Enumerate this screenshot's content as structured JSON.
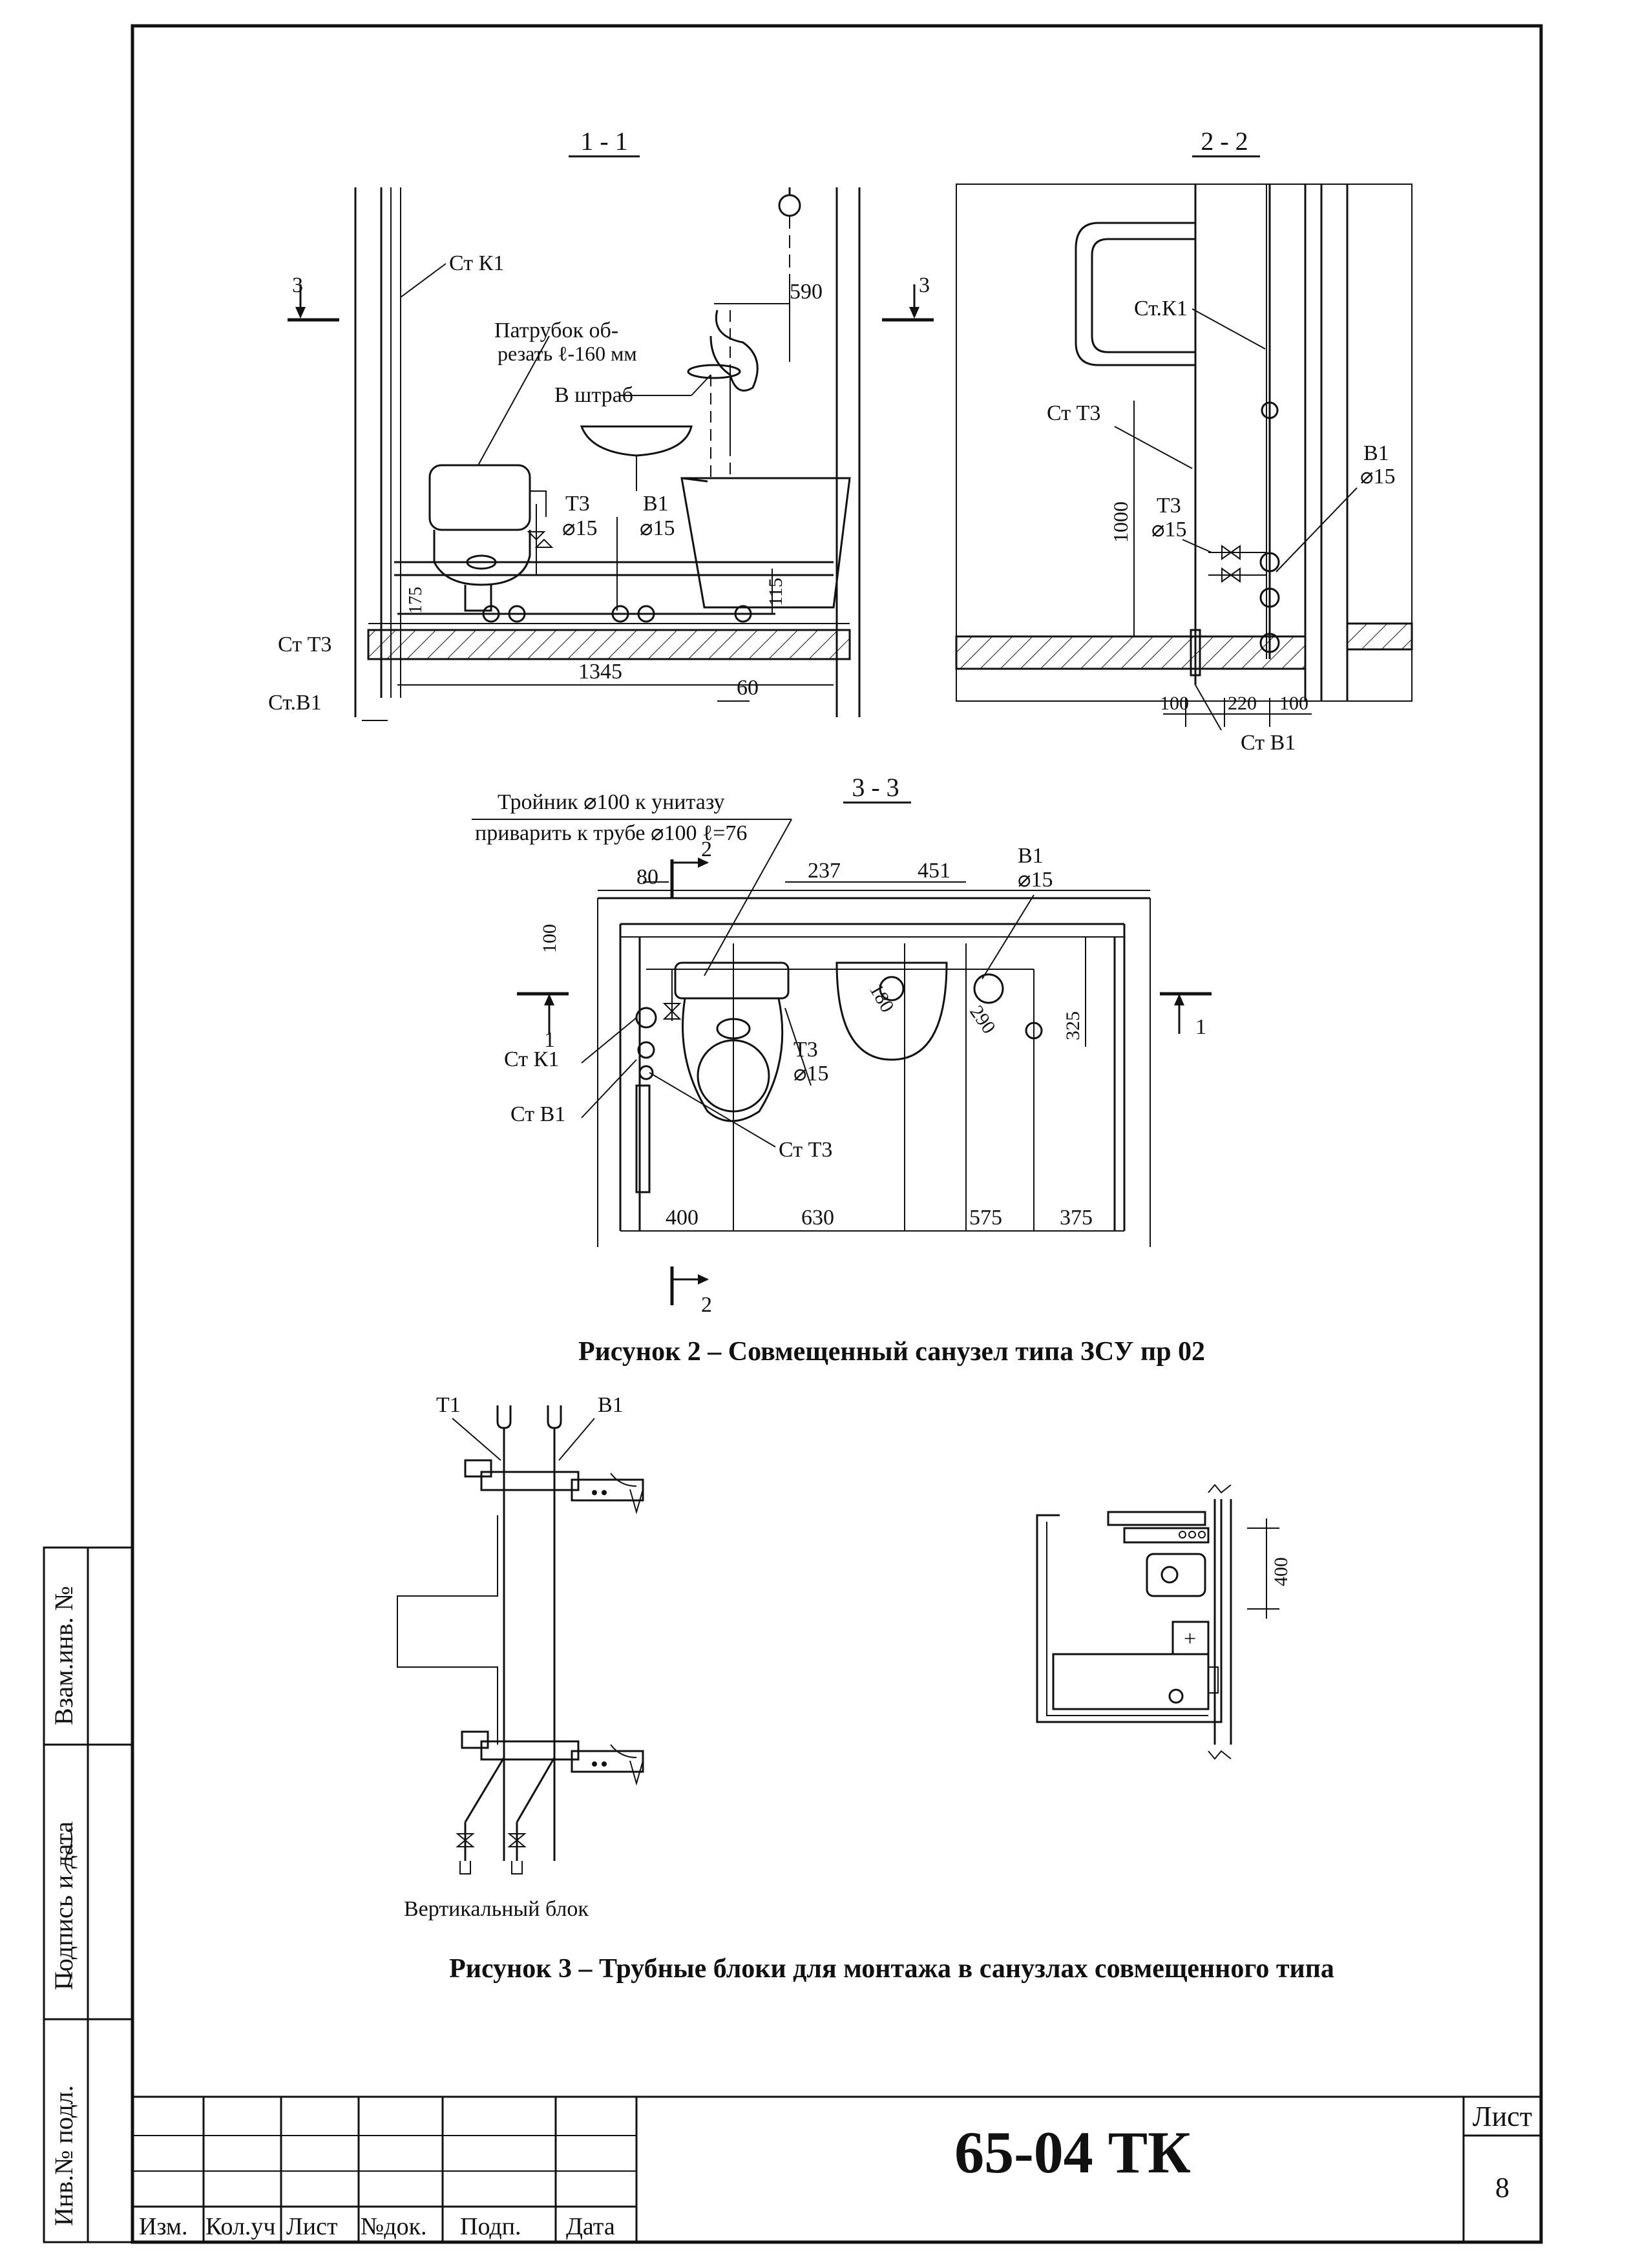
{
  "section_11": {
    "title": "1 - 1",
    "st_k1": "Ст К1",
    "st_t3": "Ст Т3",
    "st_v1": "Ст.В1",
    "patrubok_line1": "Патрубок об-",
    "patrubok_line2": "резать ℓ-160 мм",
    "v_shtrab": "В штраб",
    "t3": "Т3",
    "t3_d": "⌀15",
    "v1": "В1",
    "v1_d": "⌀15",
    "dim_590": "590",
    "dim_1345": "1345",
    "dim_60": "60",
    "dim_115": "115",
    "dim_175": "175",
    "cut_mark_left": "3",
    "cut_mark_right": "3"
  },
  "section_22": {
    "title": "2 - 2",
    "st_k1": "Ст.К1",
    "st_t3": "Ст Т3",
    "v1": "В1",
    "v1_d": "⌀15",
    "t3": "Т3",
    "t3_d": "⌀15",
    "dim_1000": "1000",
    "dim_100a": "100",
    "dim_220": "220",
    "dim_100b": "100",
    "st_v1": "Ст В1"
  },
  "section_33": {
    "title": "3 - 3",
    "tee_line1": "Тройник ⌀100 к унитазу",
    "tee_line2": "приварить к трубе ⌀100 ℓ=76",
    "dim_80": "80",
    "dim_237": "237",
    "dim_451": "451",
    "v1": "В1",
    "v1_d": "⌀15",
    "dim_100": "100",
    "dim_180": "180",
    "dim_290": "290",
    "dim_325": "325",
    "st_k1": "Ст К1",
    "st_v1": "Ст В1",
    "t3": "Т3",
    "t3_d": "⌀15",
    "st_t3": "Ст Т3",
    "dim_400": "400",
    "dim_630": "630",
    "dim_575": "575",
    "dim_375": "375",
    "cut_1_left": "1",
    "cut_1_right": "1",
    "cut_2_top": "2",
    "cut_2_bottom": "2"
  },
  "figure2_caption": "Рисунок 2 – Совмещенный санузел типа ЗСУ пр 02",
  "block": {
    "t1": "Т1",
    "v1": "В1",
    "caption": "Вертикальный блок",
    "dim_400": "400"
  },
  "figure3_caption": "Рисунок 3 – Трубные блоки для монтажа в санузлах совмещенного типа",
  "side_stamp": {
    "inv_podl": "Инв.№ подл.",
    "podpis": "Подпись и дата",
    "vzam": "Взам.инв. №"
  },
  "title_block": {
    "izm": "Изм.",
    "kol": "Кол.уч",
    "list": "Лист",
    "ndok": "№док.",
    "podp": "Подп.",
    "data": "Дата",
    "designation": "65-04 ТК",
    "sheet_label": "Лист",
    "sheet_number": "8"
  }
}
